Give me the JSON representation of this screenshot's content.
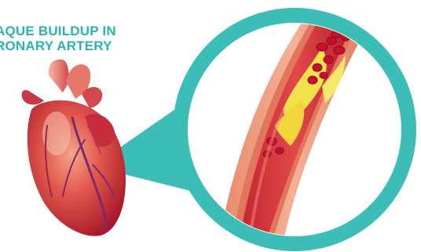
{
  "title": {
    "line1": "AQUE BUILDUP IN",
    "line2": "RONARY ARTERY"
  },
  "colors": {
    "callout_teal": "#3dbdb8",
    "title_teal": "#2ab3b3",
    "heart_red": "#d8393a",
    "artery_wall": "#e9876a",
    "plaque_yellow": "#f4e04a",
    "blood_cell_red": "#c8102e"
  },
  "icons": [
    "heart-illustration",
    "artery-cross-section"
  ]
}
